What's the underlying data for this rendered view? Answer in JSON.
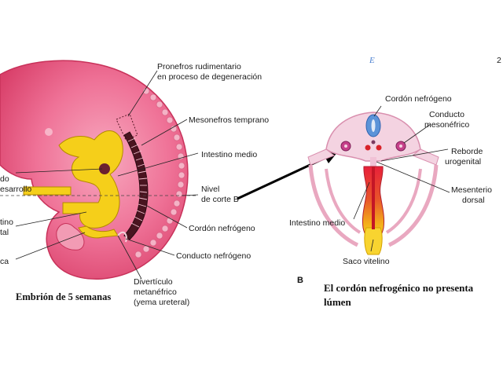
{
  "panel_a": {
    "caption": "Embrión de 5 semanas",
    "labels": {
      "pronephros_line1": "Pronefros rudimentario",
      "pronephros_line2": "en proceso de degeneración",
      "mesonephros": "Mesonefros temprano",
      "midgut": "Intestino medio",
      "level_line1": "Nivel",
      "level_line2": "de corte B",
      "nephrogenic_cord": "Cordón nefrógeno",
      "nephrogenic_duct": "Conducto nefrógeno",
      "diverticulum_line1": "Divertículo",
      "diverticulum_line2": "metanéfrico",
      "diverticulum_line3": "(yema ureteral)",
      "cut_left_1": "do",
      "cut_left_2": "esarrollo",
      "cut_left_3": "tino",
      "cut_left_4": "tal",
      "cut_left_5": "ca"
    }
  },
  "panel_b": {
    "marker_top": "E",
    "marker_right": "2",
    "letter": "B",
    "caption_line1": "El cordón nefrogénico no presenta",
    "caption_line2": "lúmen",
    "labels": {
      "nephrogenic_cord": "Cordón nefrógeno",
      "duct_line1": "Conducto",
      "duct_line2": "mesonéfrico",
      "ridge_line1": "Reborde",
      "ridge_line2": "urogenital",
      "mesentery_line1": "Mesenterio",
      "mesentery_line2": "dorsal",
      "midgut": "Intestino medio",
      "yolk_sac": "Saco vitelino"
    }
  },
  "colors": {
    "embryo_pink": "#e8557a",
    "embryo_light": "#f29bb4",
    "gut_yellow": "#f5cf1a",
    "cord_dark": "#4a1420",
    "arrow": "#000000"
  }
}
